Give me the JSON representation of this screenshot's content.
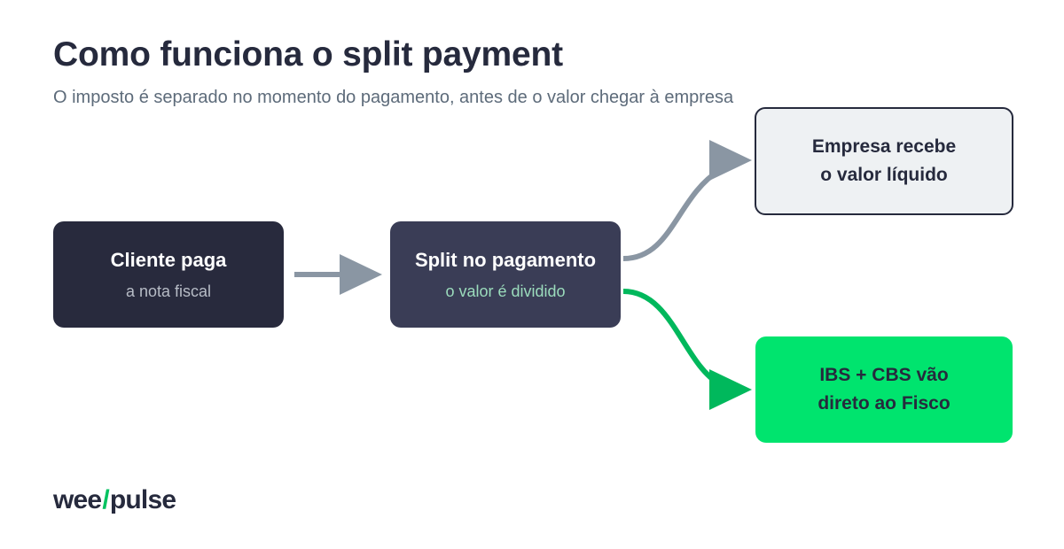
{
  "header": {
    "title": "Como funciona o split payment",
    "subtitle": "O imposto é separado no momento do pagamento, antes de o valor chegar à empresa"
  },
  "nodes": {
    "cliente": {
      "title": "Cliente paga",
      "sub": "a nota fiscal"
    },
    "split": {
      "title": "Split no pagamento",
      "sub": "o valor é dividido"
    },
    "empresa": {
      "line1": "Empresa recebe",
      "line2": "o valor líquido"
    },
    "fisco": {
      "line1": "IBS + CBS vão",
      "line2": "direto ao Fisco"
    }
  },
  "logo": {
    "part1": "wee",
    "slash": "/",
    "part2": "pulse"
  },
  "colors": {
    "gray_arrow": "#8a96a3",
    "green_arrow": "#00b85c",
    "dark_box": "#282a3d",
    "split_box": "#3a3d56",
    "light_box": "#eef1f3",
    "green_box": "#00e46e"
  }
}
